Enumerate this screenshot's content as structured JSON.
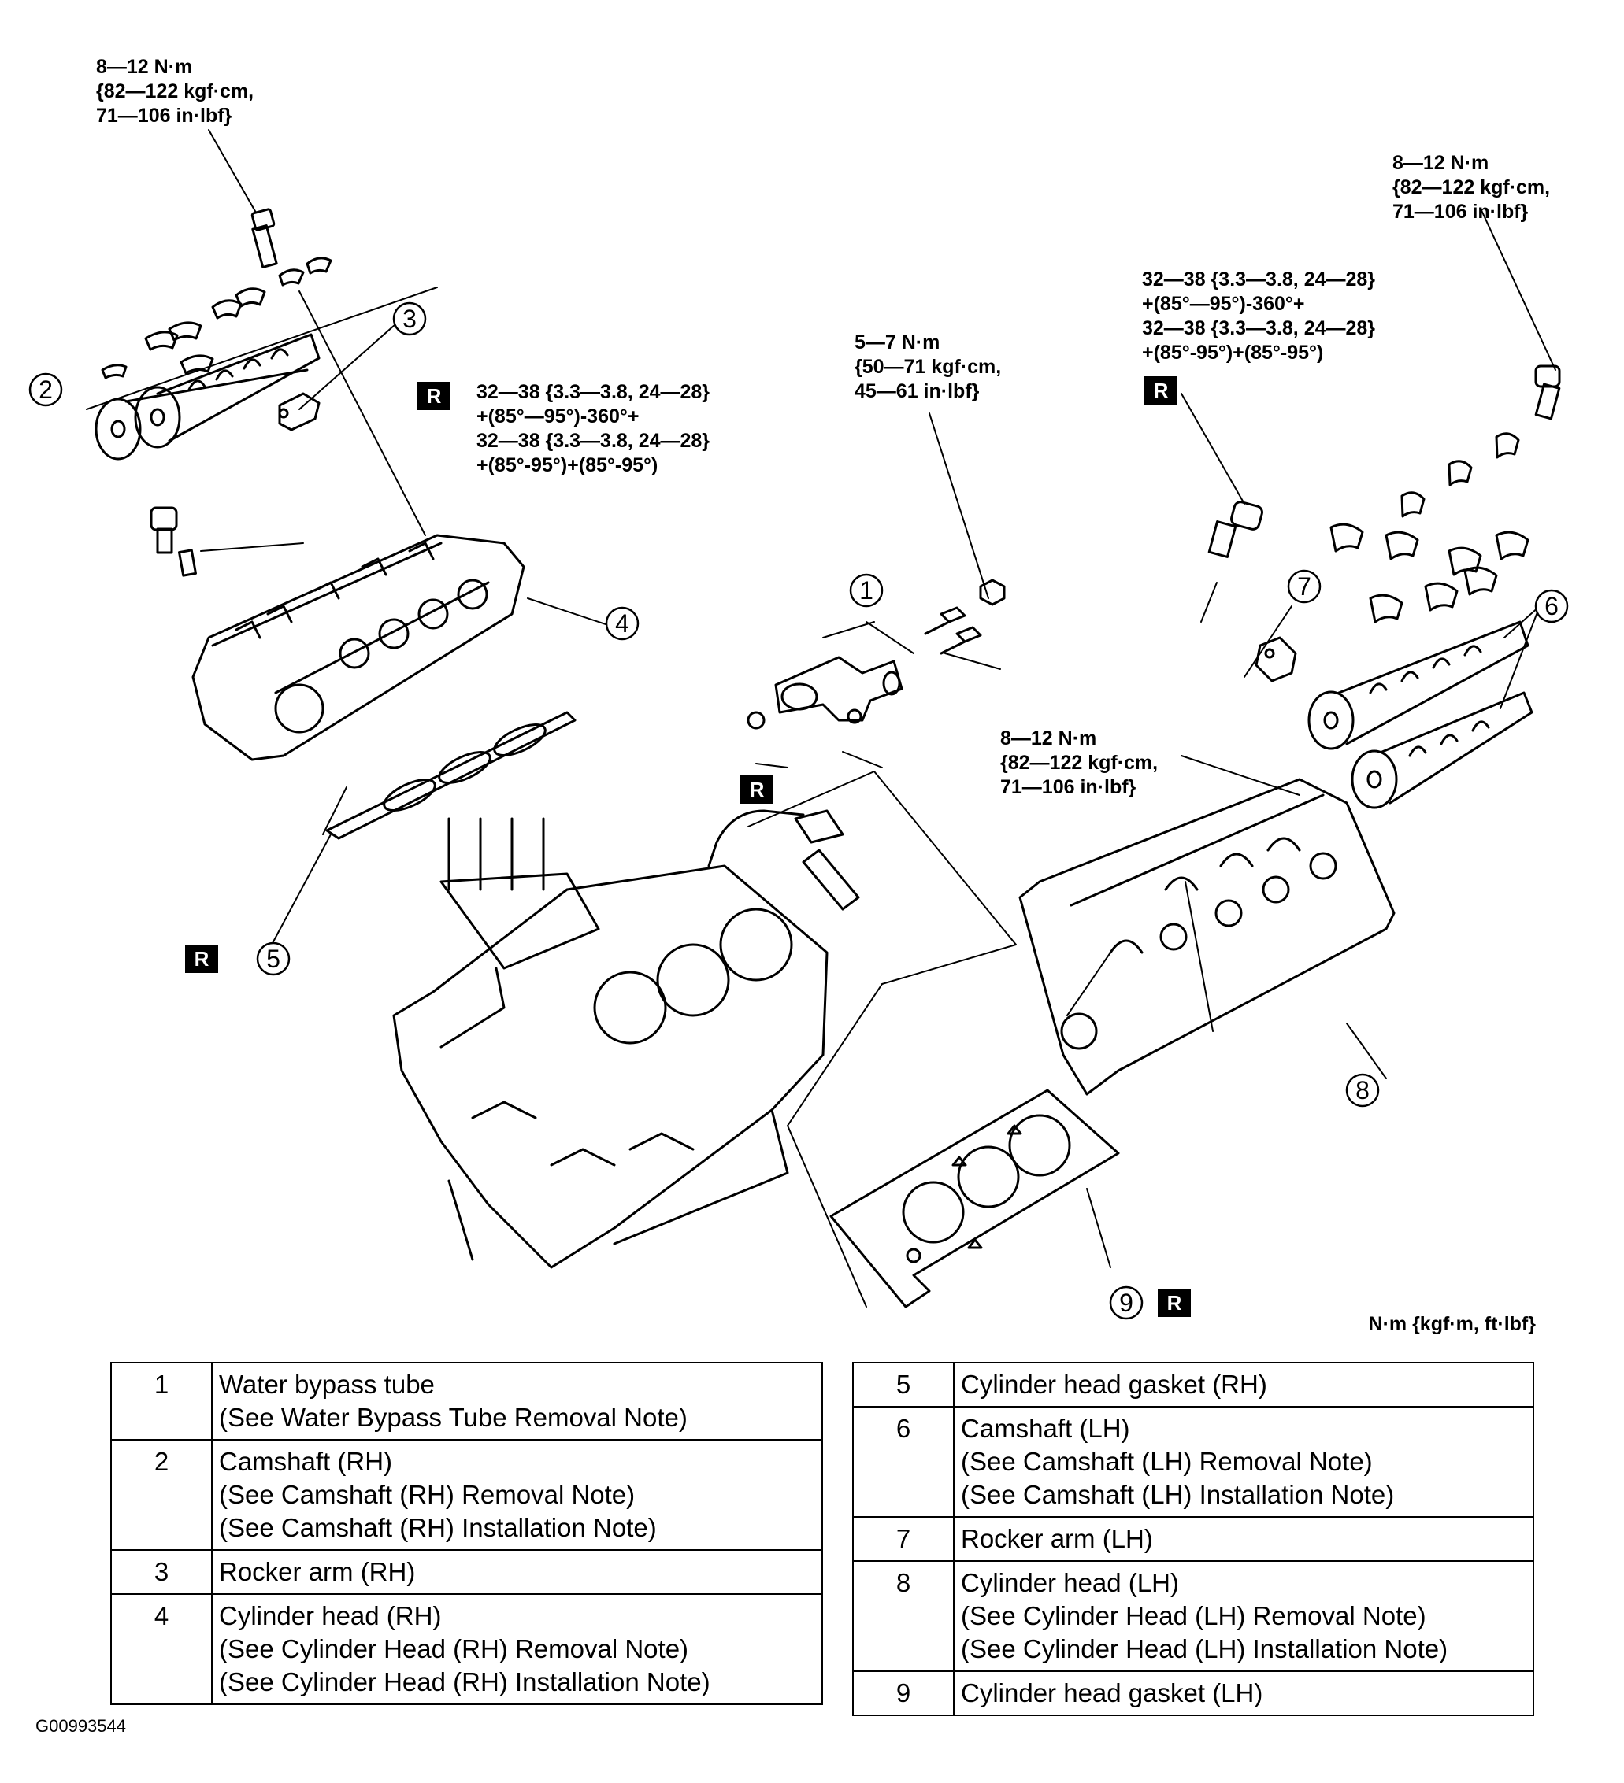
{
  "torque_specs": {
    "bolt_rh_cam_cap": "8—12 N·m\n{82—122 kgf·cm,\n71—106 in·lbf}",
    "bolt_lh_cam_cap": "8—12 N·m\n{82—122 kgf·cm,\n71—106 in·lbf}",
    "head_bolt_rh": "32—38 {3.3—3.8, 24—28}\n+(85°—95°)-360°+\n32—38 {3.3—3.8, 24—28}\n+(85°-95°)+(85°-95°)",
    "head_bolt_lh": "32—38 {3.3—3.8, 24—28}\n+(85°—95°)-360°+\n32—38 {3.3—3.8, 24—28}\n+(85°-95°)+(85°-95°)",
    "bypass_nut": "5—7 N·m\n{50—71 kgf·cm,\n45—61 in·lbf}",
    "bypass_bolts": "8—12 N·m\n{82—122 kgf·cm,\n71—106 in·lbf}"
  },
  "callouts": [
    "1",
    "2",
    "3",
    "4",
    "5",
    "6",
    "7",
    "8",
    "9"
  ],
  "replace_badge": "R",
  "units_note": "N·m {kgf·m, ft·lbf}",
  "figure_id": "G00993544",
  "parts_left": [
    {
      "num": "1",
      "lines": [
        "Water bypass tube",
        "(See Water Bypass Tube Removal Note)"
      ]
    },
    {
      "num": "2",
      "lines": [
        "Camshaft (RH)",
        "(See Camshaft (RH) Removal Note)",
        "(See Camshaft (RH) Installation Note)"
      ]
    },
    {
      "num": "3",
      "lines": [
        "Rocker arm (RH)"
      ]
    },
    {
      "num": "4",
      "lines": [
        "Cylinder head (RH)",
        "(See Cylinder Head (RH) Removal Note)",
        "(See Cylinder Head (RH) Installation Note)"
      ]
    }
  ],
  "parts_right": [
    {
      "num": "5",
      "lines": [
        "Cylinder head gasket (RH)"
      ]
    },
    {
      "num": "6",
      "lines": [
        "Camshaft (LH)",
        "(See Camshaft (LH) Removal Note)",
        "(See Camshaft (LH) Installation Note)"
      ]
    },
    {
      "num": "7",
      "lines": [
        "Rocker arm (LH)"
      ]
    },
    {
      "num": "8",
      "lines": [
        "Cylinder head (LH)",
        "(See Cylinder Head (LH) Removal Note)",
        "(See Cylinder Head (LH) Installation Note)"
      ]
    },
    {
      "num": "9",
      "lines": [
        "Cylinder head gasket (LH)"
      ]
    }
  ]
}
